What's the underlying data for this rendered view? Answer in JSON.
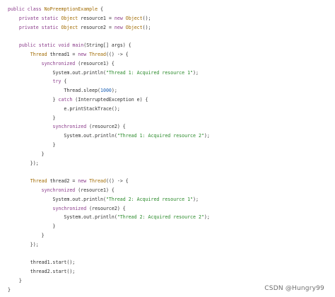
{
  "colors": {
    "background": "#ffffff",
    "keyword": "#8a3a8a",
    "type": "#a06a00",
    "string": "#2a8a2a",
    "number": "#1a5fb4",
    "plain": "#2e2e2e"
  },
  "watermark": "CSDN @Hungry99",
  "code_lines": [
    [
      [
        "kw",
        "public "
      ],
      [
        "kw",
        "class "
      ],
      [
        "ty",
        "NoPreemptionExample"
      ],
      [
        "pl",
        " {"
      ]
    ],
    [
      [
        "pl",
        "    "
      ],
      [
        "kw",
        "private "
      ],
      [
        "kw",
        "static "
      ],
      [
        "ty",
        "Object "
      ],
      [
        "pl",
        "resource1 = "
      ],
      [
        "kw",
        "new "
      ],
      [
        "ty",
        "Object"
      ],
      [
        "pl",
        "();"
      ]
    ],
    [
      [
        "pl",
        "    "
      ],
      [
        "kw",
        "private "
      ],
      [
        "kw",
        "static "
      ],
      [
        "ty",
        "Object "
      ],
      [
        "pl",
        "resource2 = "
      ],
      [
        "kw",
        "new "
      ],
      [
        "ty",
        "Object"
      ],
      [
        "pl",
        "();"
      ]
    ],
    [
      [
        "pl",
        ""
      ]
    ],
    [
      [
        "pl",
        "    "
      ],
      [
        "kw",
        "public "
      ],
      [
        "kw",
        "static "
      ],
      [
        "kw",
        "void "
      ],
      [
        "fn",
        "main"
      ],
      [
        "pl",
        "(String[] args) {"
      ]
    ],
    [
      [
        "pl",
        "        "
      ],
      [
        "ty",
        "Thread "
      ],
      [
        "pl",
        "thread1 = "
      ],
      [
        "kw",
        "new "
      ],
      [
        "ty",
        "Thread"
      ],
      [
        "pl",
        "(() -> {"
      ]
    ],
    [
      [
        "pl",
        "            "
      ],
      [
        "kw",
        "synchronized "
      ],
      [
        "pl",
        "(resource1) {"
      ]
    ],
    [
      [
        "pl",
        "                System.out.println("
      ],
      [
        "st",
        "\"Thread 1: Acquired resource 1\""
      ],
      [
        "pl",
        ");"
      ]
    ],
    [
      [
        "pl",
        "                "
      ],
      [
        "kw",
        "try "
      ],
      [
        "pl",
        "{"
      ]
    ],
    [
      [
        "pl",
        "                    Thread.sleep("
      ],
      [
        "nu",
        "1000"
      ],
      [
        "pl",
        ");"
      ]
    ],
    [
      [
        "pl",
        "                } "
      ],
      [
        "kw",
        "catch "
      ],
      [
        "pl",
        "(InterruptedException e) {"
      ]
    ],
    [
      [
        "pl",
        "                    e.printStackTrace();"
      ]
    ],
    [
      [
        "pl",
        "                }"
      ]
    ],
    [
      [
        "pl",
        "                "
      ],
      [
        "kw",
        "synchronized "
      ],
      [
        "pl",
        "(resource2) {"
      ]
    ],
    [
      [
        "pl",
        "                    System.out.println("
      ],
      [
        "st",
        "\"Thread 1: Acquired resource 2\""
      ],
      [
        "pl",
        ");"
      ]
    ],
    [
      [
        "pl",
        "                }"
      ]
    ],
    [
      [
        "pl",
        "            }"
      ]
    ],
    [
      [
        "pl",
        "        });"
      ]
    ],
    [
      [
        "pl",
        ""
      ]
    ],
    [
      [
        "pl",
        "        "
      ],
      [
        "ty",
        "Thread "
      ],
      [
        "pl",
        "thread2 = "
      ],
      [
        "kw",
        "new "
      ],
      [
        "ty",
        "Thread"
      ],
      [
        "pl",
        "(() -> {"
      ]
    ],
    [
      [
        "pl",
        "            "
      ],
      [
        "kw",
        "synchronized "
      ],
      [
        "pl",
        "(resource1) {"
      ]
    ],
    [
      [
        "pl",
        "                System.out.println("
      ],
      [
        "st",
        "\"Thread 2: Acquired resource 1\""
      ],
      [
        "pl",
        ");"
      ]
    ],
    [
      [
        "pl",
        "                "
      ],
      [
        "kw",
        "synchronized "
      ],
      [
        "pl",
        "(resource2) {"
      ]
    ],
    [
      [
        "pl",
        "                    System.out.println("
      ],
      [
        "st",
        "\"Thread 2: Acquired resource 2\""
      ],
      [
        "pl",
        ");"
      ]
    ],
    [
      [
        "pl",
        "                }"
      ]
    ],
    [
      [
        "pl",
        "            }"
      ]
    ],
    [
      [
        "pl",
        "        });"
      ]
    ],
    [
      [
        "pl",
        ""
      ]
    ],
    [
      [
        "pl",
        "        thread1.start();"
      ]
    ],
    [
      [
        "pl",
        "        thread2.start();"
      ]
    ],
    [
      [
        "pl",
        "    }"
      ]
    ],
    [
      [
        "pl",
        "}"
      ]
    ]
  ]
}
